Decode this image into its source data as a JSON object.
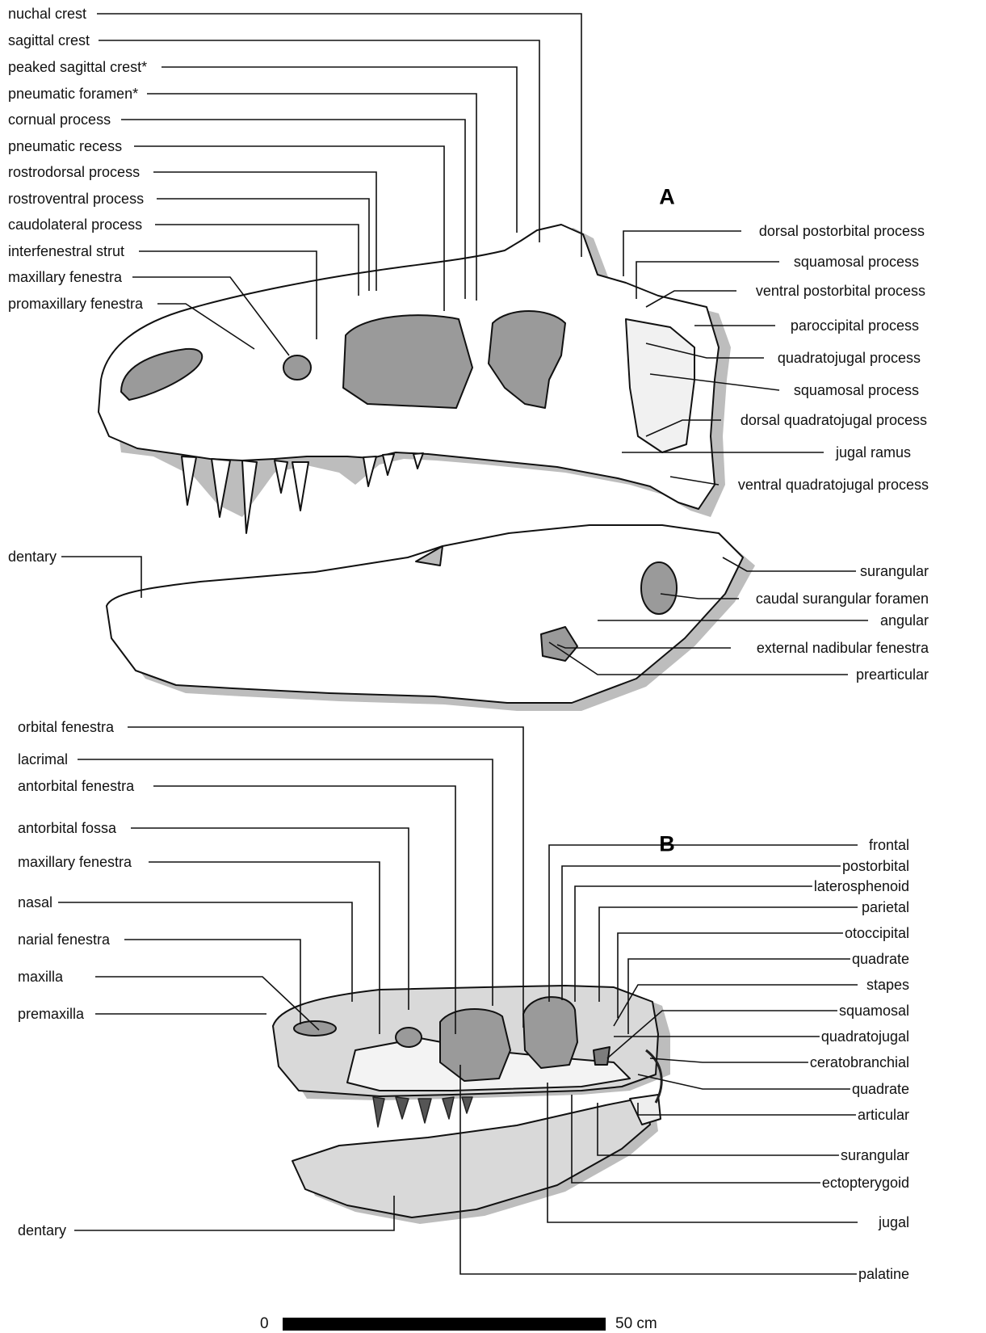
{
  "panels": [
    "A",
    "B"
  ],
  "panel_a": {
    "left_labels": [
      "nuchal crest",
      "sagittal crest",
      "peaked sagittal crest*",
      "pneumatic foramen*",
      "cornual process",
      "pneumatic recess",
      "rostrodorsal process",
      "rostroventral process",
      "caudolateral process",
      "interfenestral strut",
      "maxillary fenestra",
      "promaxillary fenestra",
      "dentary"
    ],
    "right_labels": [
      "dorsal postorbital process",
      "squamosal process",
      "ventral postorbital process",
      "paroccipital process",
      "quadratojugal process",
      "squamosal process",
      "dorsal quadratojugal process",
      "jugal ramus",
      "ventral quadratojugal process",
      "surangular",
      "caudal surangular foramen",
      "angular",
      "external nadibular fenestra",
      "prearticular"
    ]
  },
  "panel_b": {
    "left_labels": [
      "orbital fenestra",
      "lacrimal",
      "antorbital fenestra",
      "antorbital fossa",
      "maxillary fenestra",
      "nasal",
      "narial fenestra",
      "maxilla",
      "premaxilla",
      "dentary"
    ],
    "right_labels": [
      "frontal",
      "postorbital",
      "laterosphenoid",
      "parietal",
      "otoccipital",
      "quadrate",
      "stapes",
      "squamosal",
      "quadratojugal",
      "ceratobranchial",
      "quadrate",
      "articular",
      "surangular",
      "ectopterygoid",
      "jugal",
      "palatine"
    ]
  },
  "scale_bar": {
    "start_label": "0",
    "end_label": "50 cm"
  },
  "colors": {
    "bone": "#ffffff",
    "fenestra": "#9a9a9a",
    "shadow": "#bdbdbd",
    "matrix": "#d9d9d9",
    "line": "#111111"
  }
}
